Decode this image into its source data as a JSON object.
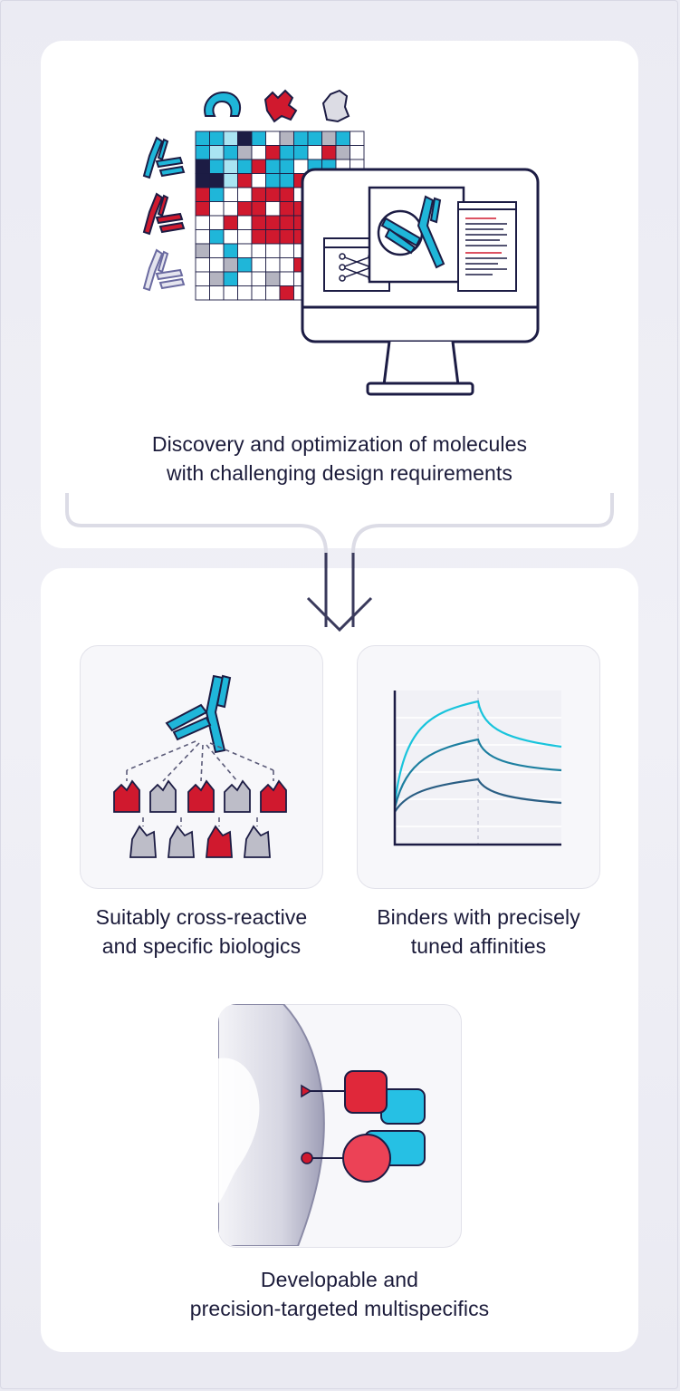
{
  "colors": {
    "navy": "#1c1c44",
    "cyan": "#1fb6d9",
    "red": "#d0192e",
    "gray": "#b4b4c0",
    "card": "#ffffff",
    "background": "#ececf3"
  },
  "icons": {
    "antibody": "antibody-icon",
    "monitor": "computer-monitor-icon",
    "heatmap": "binding-heatmap-icon",
    "arrow": "down-arrow-icon",
    "cell": "cell-membrane-icon"
  },
  "top": {
    "caption_line1": "Discovery and optimization of molecules",
    "caption_line2": "with challenging design requirements"
  },
  "outcomes": {
    "cross_reactive": {
      "line1": "Suitably cross-reactive",
      "line2": "and specific biologics"
    },
    "affinity": {
      "line1": "Binders with precisely",
      "line2": "tuned affinities"
    },
    "multispecific": {
      "line1": "Developable and",
      "line2": "precision-targeted multispecifics"
    }
  }
}
